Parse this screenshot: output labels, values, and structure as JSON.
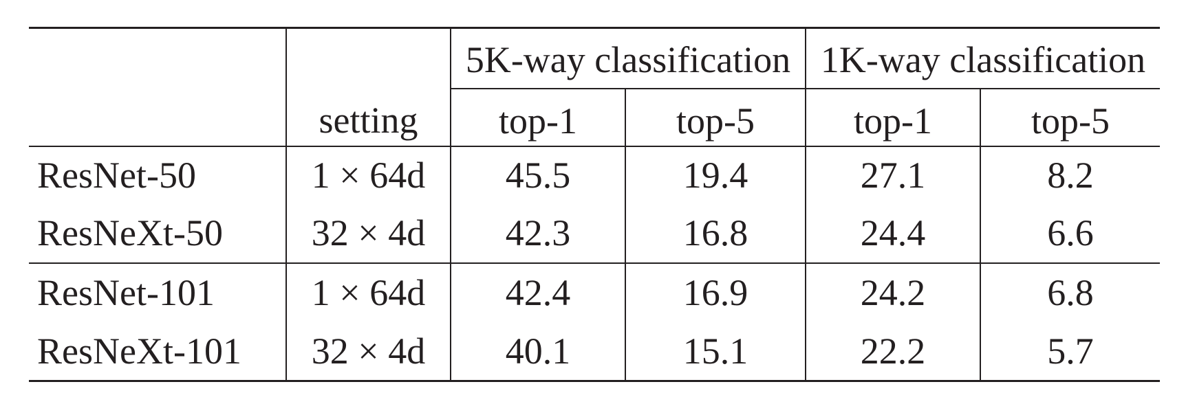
{
  "table": {
    "group_headers": {
      "five_k": "5K-way classification",
      "one_k": "1K-way classification"
    },
    "sub_headers": {
      "setting": "setting",
      "five_k_top1": "top-1",
      "five_k_top5": "top-5",
      "one_k_top1": "top-1",
      "one_k_top5": "top-5"
    },
    "rows": [
      {
        "model": "ResNet-50",
        "setting": "1 × 64d",
        "five_k_top1": "45.5",
        "five_k_top5": "19.4",
        "one_k_top1": "27.1",
        "one_k_top5": "8.2"
      },
      {
        "model": "ResNeXt-50",
        "setting": "32 × 4d",
        "five_k_top1": "42.3",
        "five_k_top5": "16.8",
        "one_k_top1": "24.4",
        "one_k_top5": "6.6"
      },
      {
        "model": "ResNet-101",
        "setting": "1 × 64d",
        "five_k_top1": "42.4",
        "five_k_top5": "16.9",
        "one_k_top1": "24.2",
        "one_k_top5": "6.8"
      },
      {
        "model": "ResNeXt-101",
        "setting": "32 × 4d",
        "five_k_top1": "40.1",
        "five_k_top5": "15.1",
        "one_k_top1": "22.2",
        "one_k_top5": "5.7"
      }
    ],
    "bold_rows": [
      1,
      3
    ]
  }
}
